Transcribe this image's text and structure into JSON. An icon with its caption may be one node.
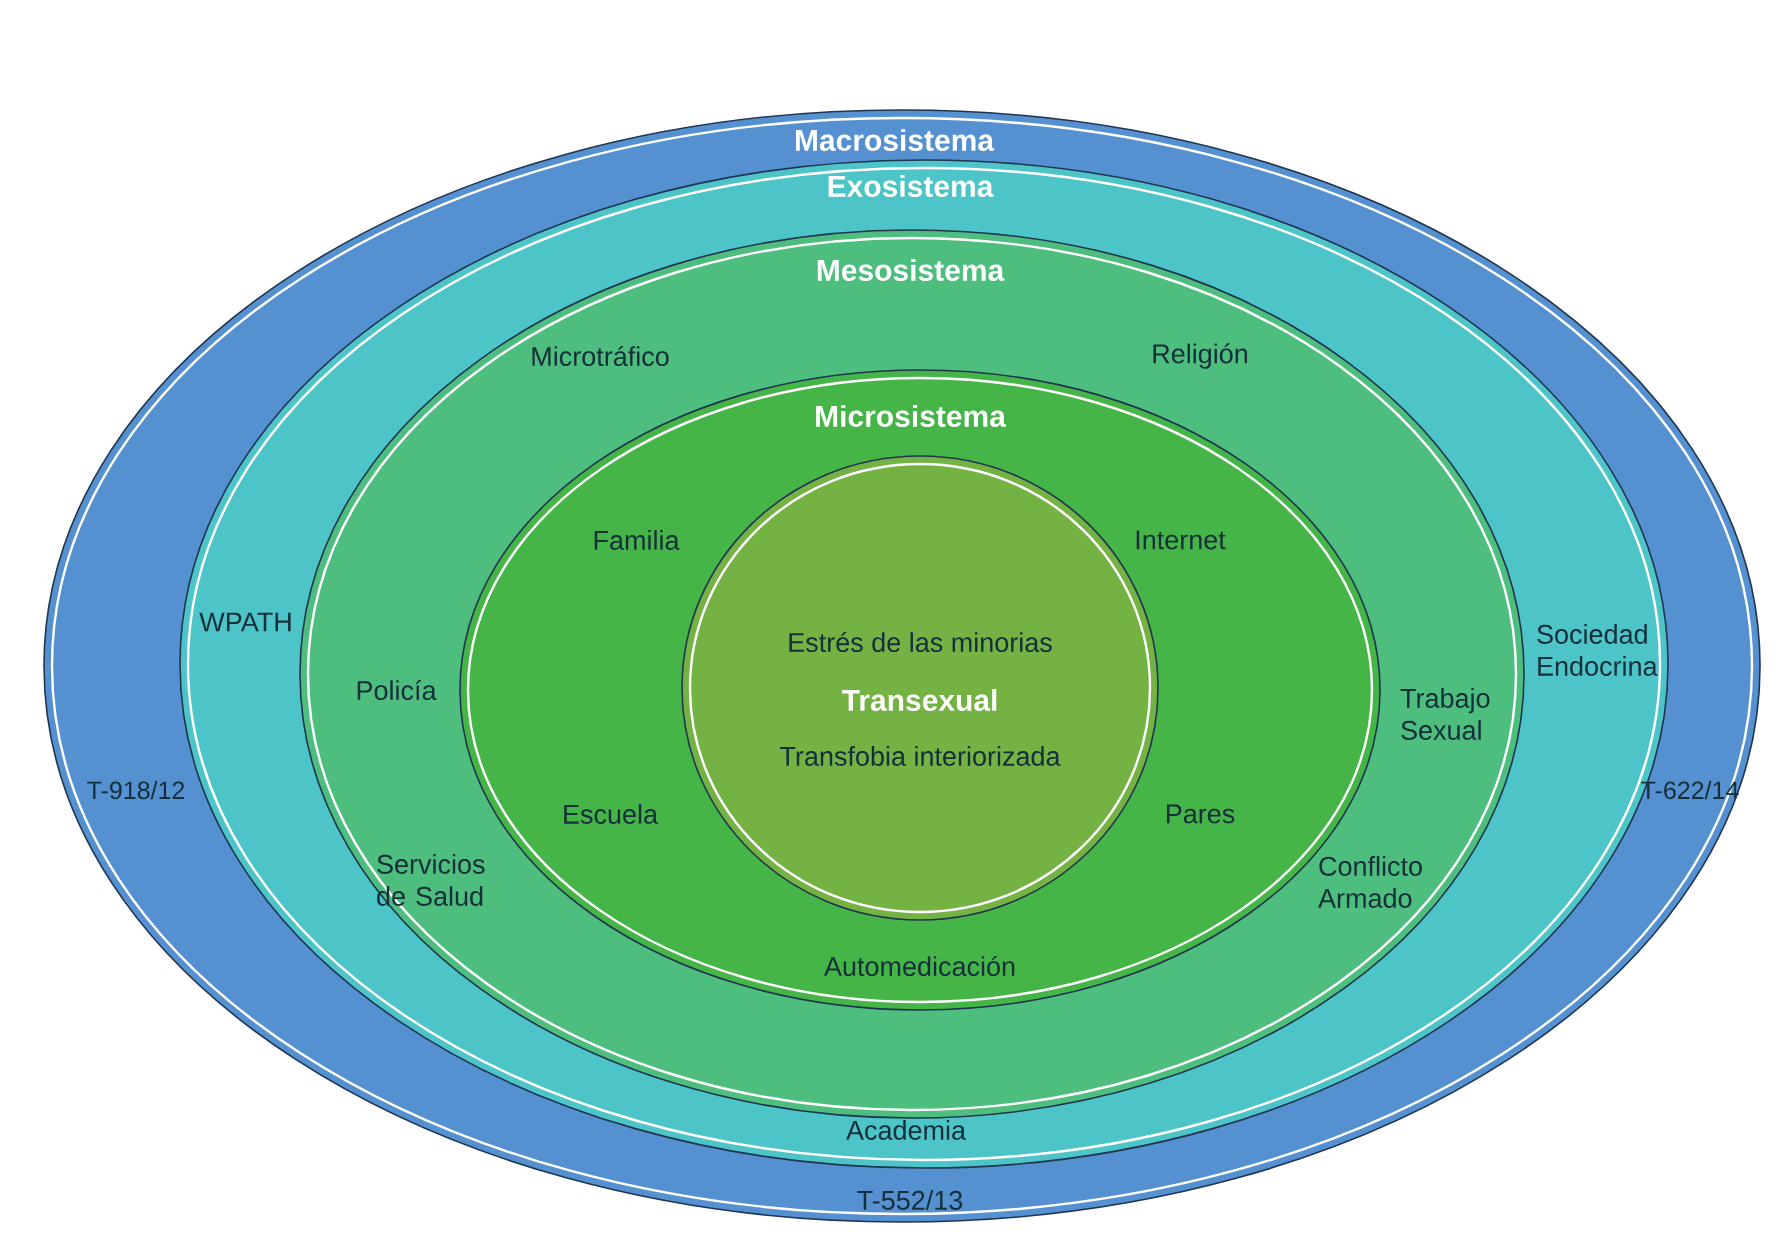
{
  "diagram": {
    "nodes": [
      {
        "text": [
          "Macrosistema",
          "T-918/12",
          "T-622/14",
          "T-552/13"
        ]
      },
      {
        "text": [
          "Exosistema",
          "WPATH",
          "Sociedad Endocrina",
          "Academia"
        ],
        "in": 0
      },
      {
        "text": [
          "Mesosistema",
          "Microtráfico",
          "Religión",
          "Policía",
          "Trabajo Sexual",
          "Servicios de Salud",
          "Conflicto Armado"
        ],
        "in": 1
      },
      {
        "text": [
          "Microsistema",
          "Familia",
          "Internet",
          "Escuela",
          "Pares",
          "Automedicación"
        ],
        "in": 2
      },
      {
        "text": [
          "Estrés de las minorias",
          "Transexual",
          "Transfobia interiorizada"
        ],
        "in": 3
      }
    ]
  }
}
